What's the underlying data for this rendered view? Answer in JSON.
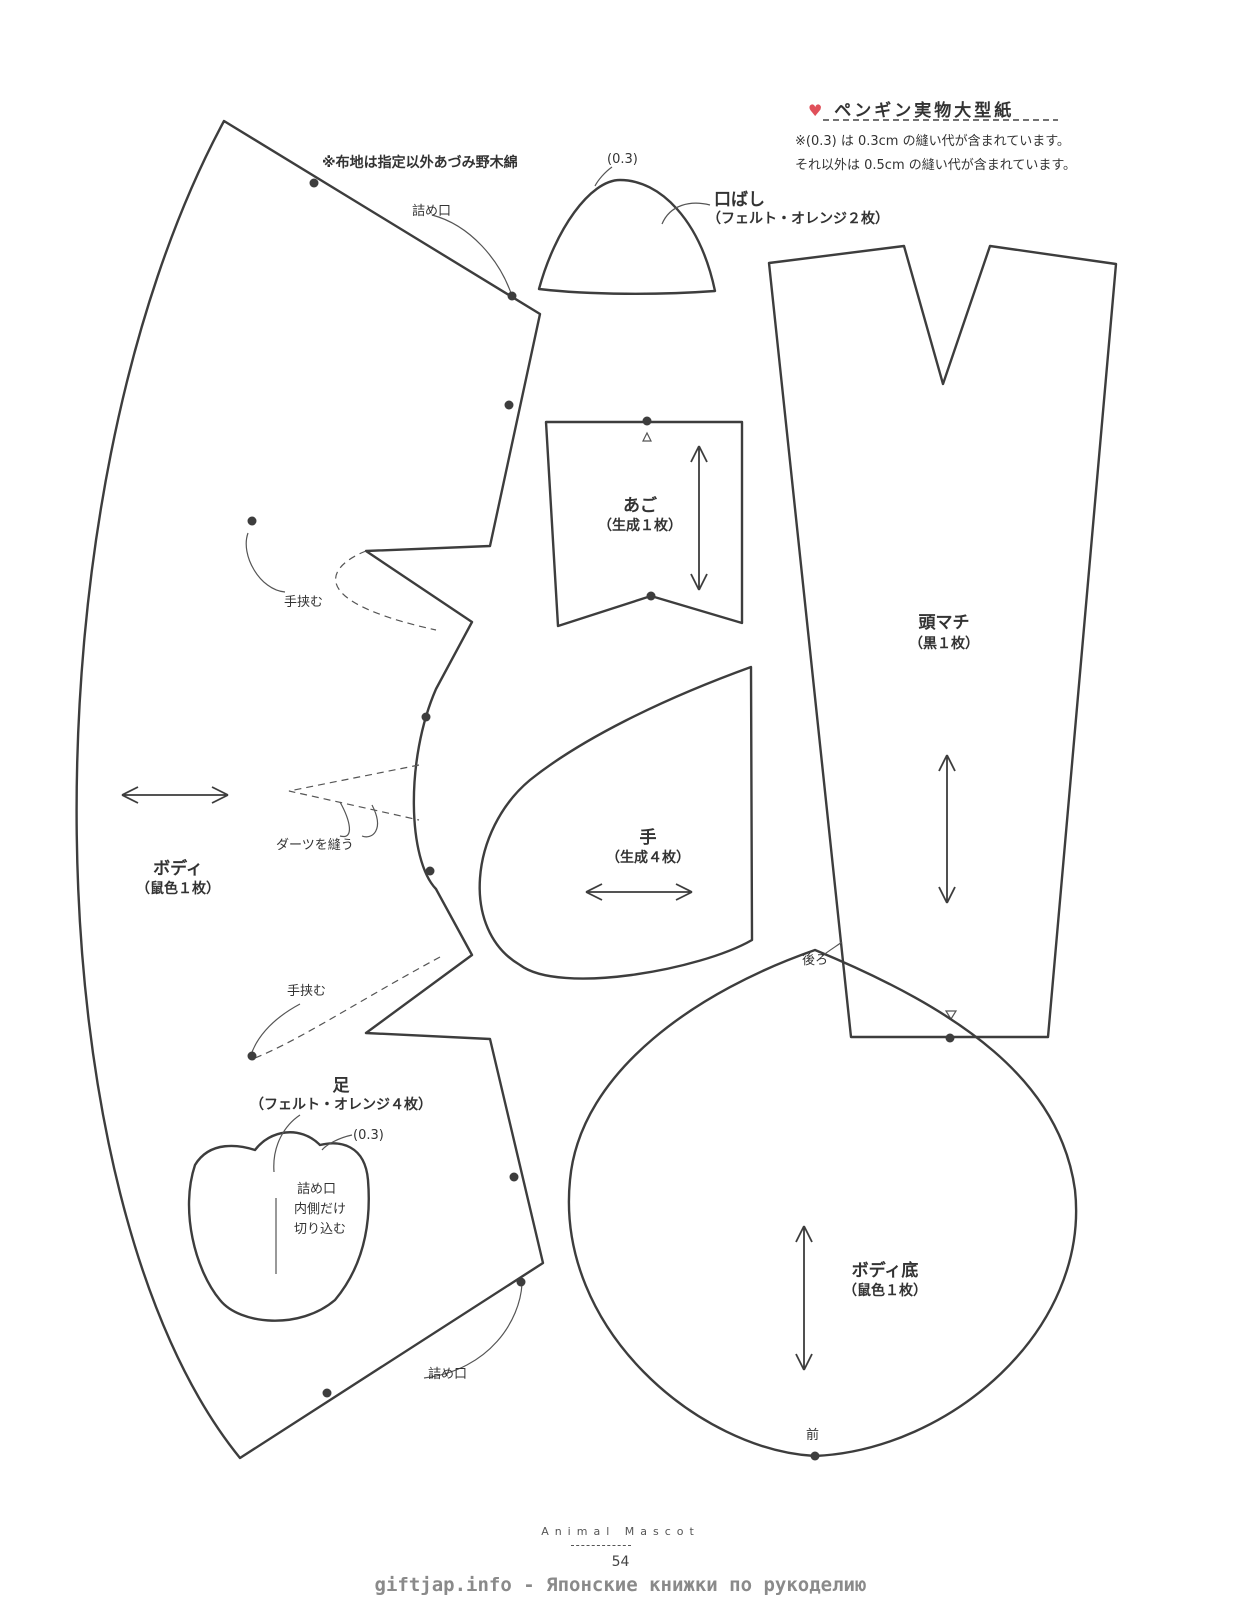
{
  "header": {
    "title": "ペンギン実物大型紙",
    "note_line1": "※(0.3) は 0.3cm の縫い代が含まれています。",
    "note_line2": "それ以外は 0.5cm の縫い代が含まれています。"
  },
  "fabric_note": "※布地は指定以外あづみ野木綿",
  "pieces": {
    "beak": {
      "label": "口ばし",
      "material": "（フェルト・オレンジ２枚）",
      "seam": "(0.3)"
    },
    "chin": {
      "label": "あご",
      "material": "（生成１枚）"
    },
    "head_gusset": {
      "label": "頭マチ",
      "material": "（黒１枚）"
    },
    "hand": {
      "label": "手",
      "material": "（生成４枚）"
    },
    "body": {
      "label": "ボディ",
      "material": "（鼠色１枚）"
    },
    "foot": {
      "label": "足",
      "material": "（フェルト・オレンジ４枚）",
      "seam": "(0.3)",
      "note_line1": "詰め口",
      "note_line2": "内側だけ",
      "note_line3": "切り込む"
    },
    "body_bottom": {
      "label": "ボディ底",
      "material": "（鼠色１枚）",
      "back": "後ろ",
      "front": "前"
    }
  },
  "annotations": {
    "stuffing_top": "詰め口",
    "stuffing_bottom": "詰め口",
    "insert_hand_top": "手挟む",
    "insert_hand_bottom": "手挟む",
    "dart": "ダーツを縫う"
  },
  "footer": {
    "brand": "Animal Mascot",
    "page": "54",
    "watermark": "giftjap.info - Японские книжки по рукоделию"
  }
}
